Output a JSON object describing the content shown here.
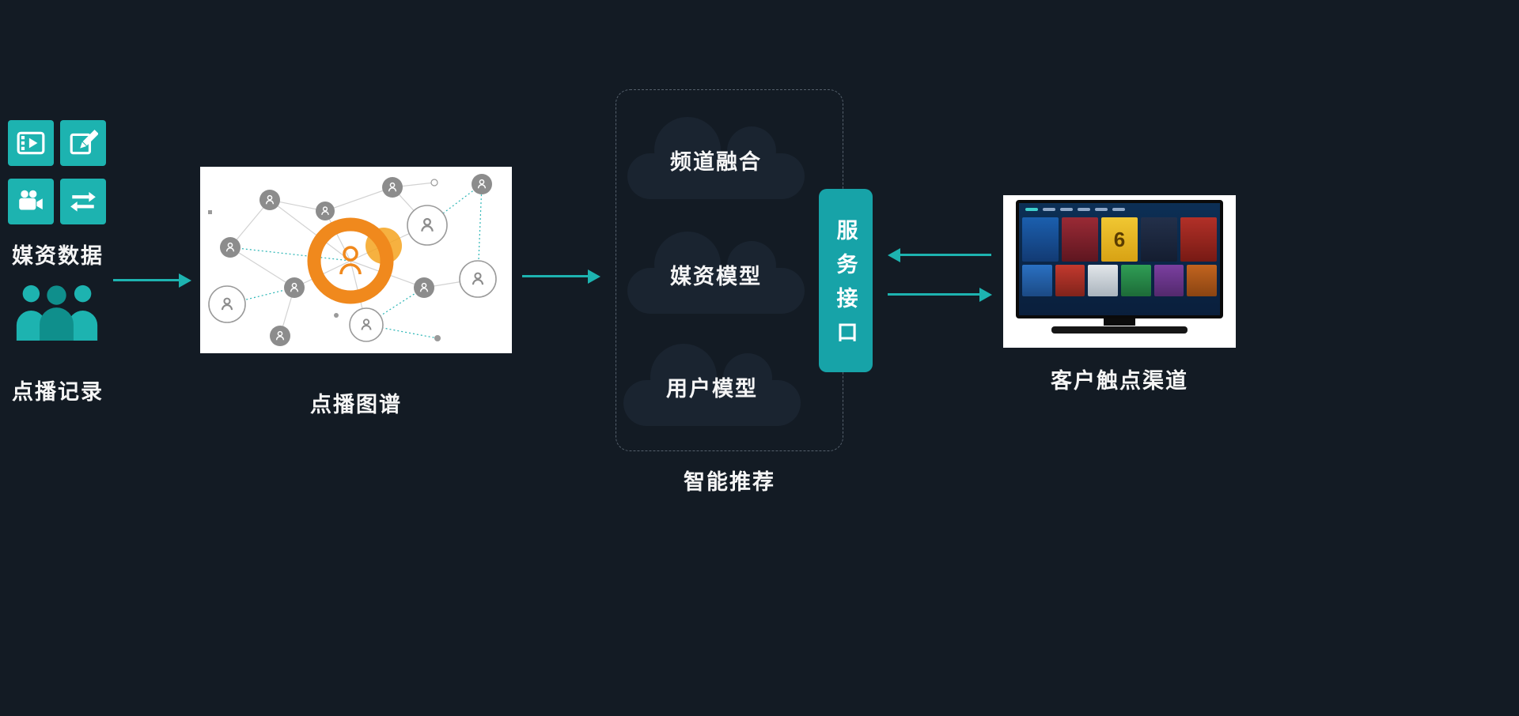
{
  "diagram": {
    "media_data": {
      "label": "媒资数据"
    },
    "vod_records": {
      "label": "点播记录"
    },
    "vod_graph": {
      "label": "点播图谱"
    },
    "recommendation": {
      "label": "智能推荐",
      "clouds": [
        {
          "label": "频道融合"
        },
        {
          "label": "媒资模型"
        },
        {
          "label": "用户模型"
        }
      ]
    },
    "service_interface": {
      "label": "服务接口"
    },
    "customer_channel": {
      "label": "客户触点渠道"
    },
    "tv": {
      "poster_label": "6"
    }
  },
  "icons": [
    {
      "name": "film-play-icon"
    },
    {
      "name": "pencil-icon"
    },
    {
      "name": "video-camera-icon"
    },
    {
      "name": "transfer-arrows-icon"
    },
    {
      "name": "people-group-icon"
    }
  ],
  "colors": {
    "background": "#131b24",
    "accent_teal": "#1db3b0",
    "service_teal": "#17a3a8",
    "cloud_fill": "#1a2430",
    "dashed_border": "#55606c",
    "graph_orange": "#f0891d",
    "graph_node_gray": "#8c8c8c",
    "text": "#f5f5f5"
  }
}
